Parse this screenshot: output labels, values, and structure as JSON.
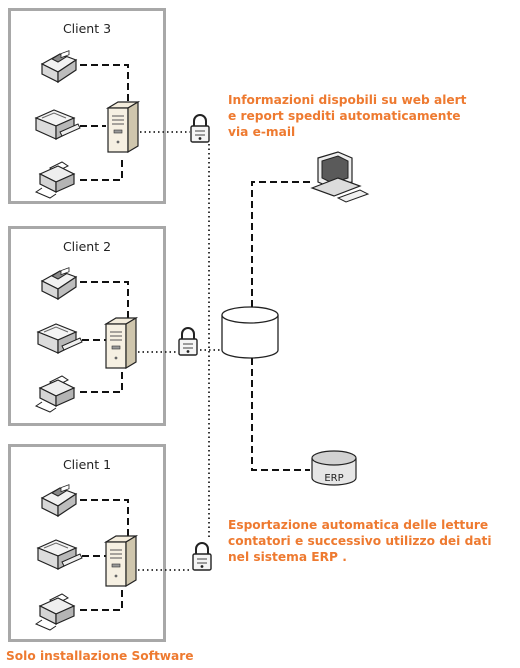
{
  "clients": [
    {
      "title": "Client 3"
    },
    {
      "title": "Client 2"
    },
    {
      "title": "Client 1"
    }
  ],
  "notes": {
    "web_alert": [
      "Informazioni dispobili su web alert",
      "e report spediti automaticamente",
      "via e-mail"
    ],
    "export": [
      "Esportazione automatica delle letture",
      "contatori e successivo utilizzo dei dati",
      "nel sistema ERP ."
    ],
    "footer": "Solo installazione Software"
  },
  "erp_label": "ERP",
  "colors": {
    "accent": "#ee7a30",
    "box_border": "#a8a8a8"
  },
  "icons": [
    "fax-icon",
    "printer-icon",
    "server-icon",
    "lock-icon",
    "database-icon",
    "computer-icon"
  ]
}
